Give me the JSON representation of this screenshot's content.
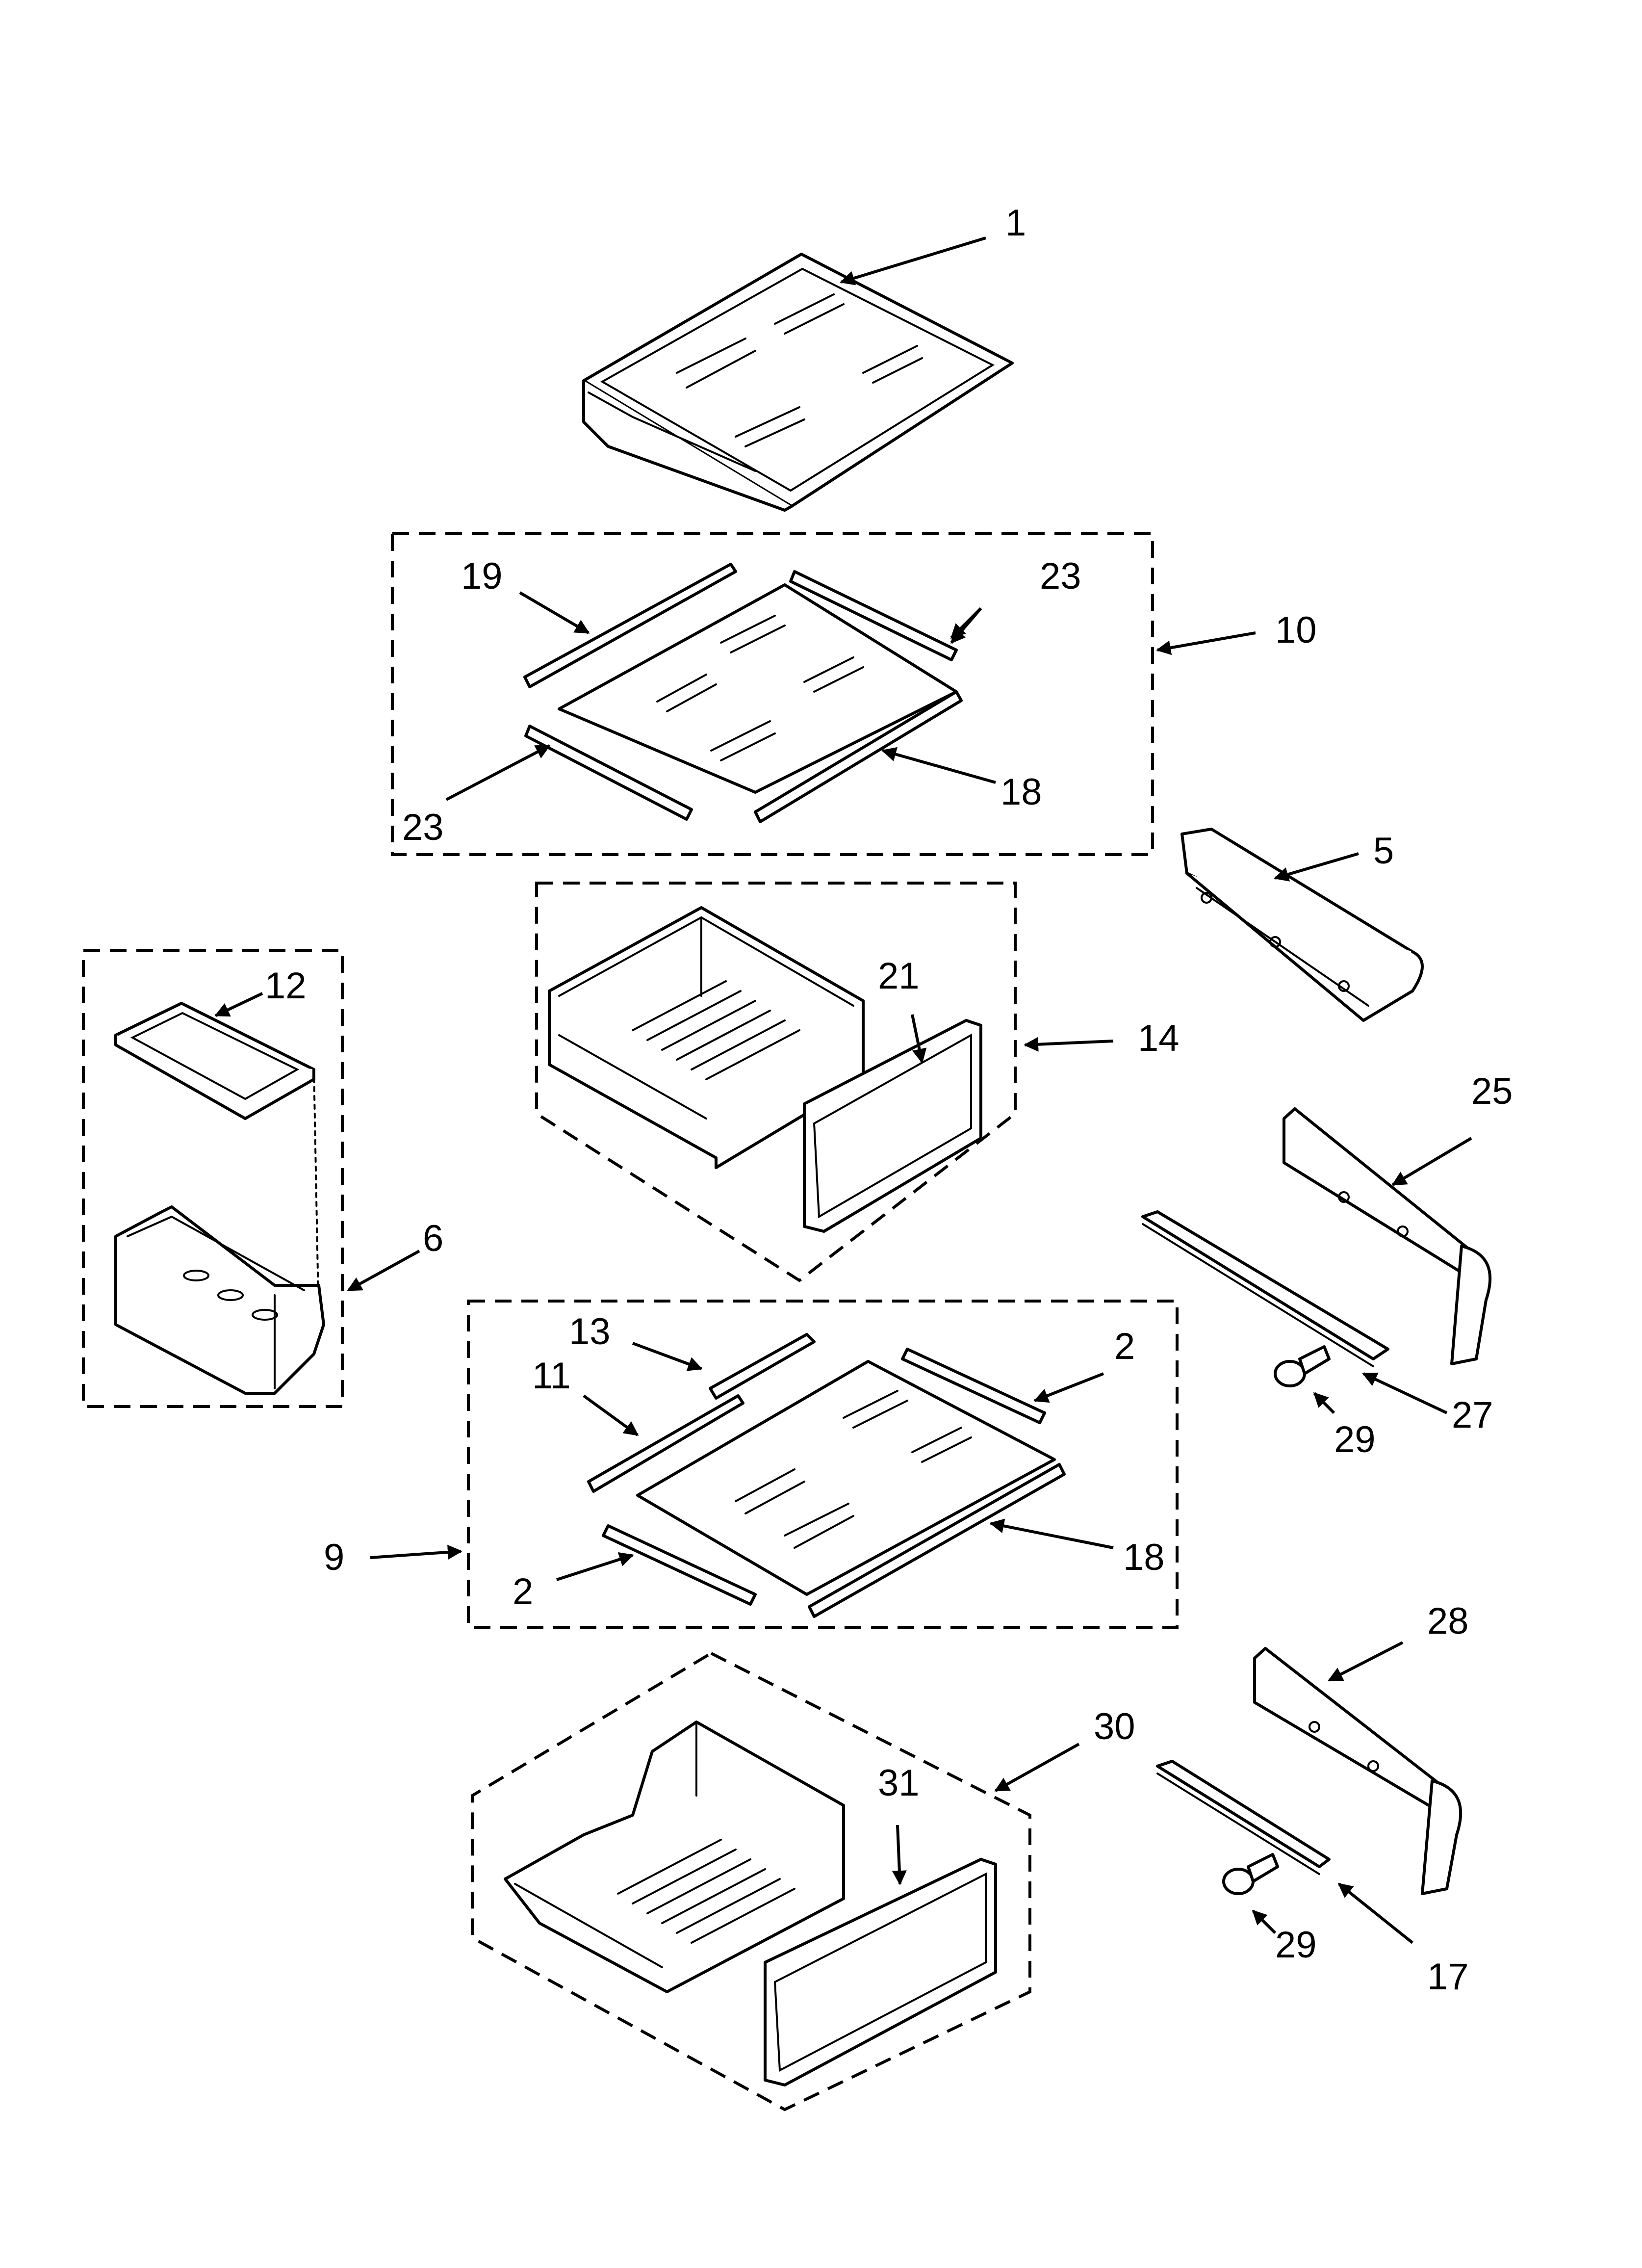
{
  "callouts": {
    "c1": "1",
    "c19": "19",
    "c23a": "23",
    "c10": "10",
    "c23b": "23",
    "c18a": "18",
    "c5": "5",
    "c12": "12",
    "c21": "21",
    "c14": "14",
    "c25": "25",
    "c6": "6",
    "c13": "13",
    "c2a": "2",
    "c11": "11",
    "c27": "27",
    "c29a": "29",
    "c9": "9",
    "c18b": "18",
    "c2b": "2",
    "c28": "28",
    "c30": "30",
    "c31": "31",
    "c29b": "29",
    "c17": "17"
  }
}
